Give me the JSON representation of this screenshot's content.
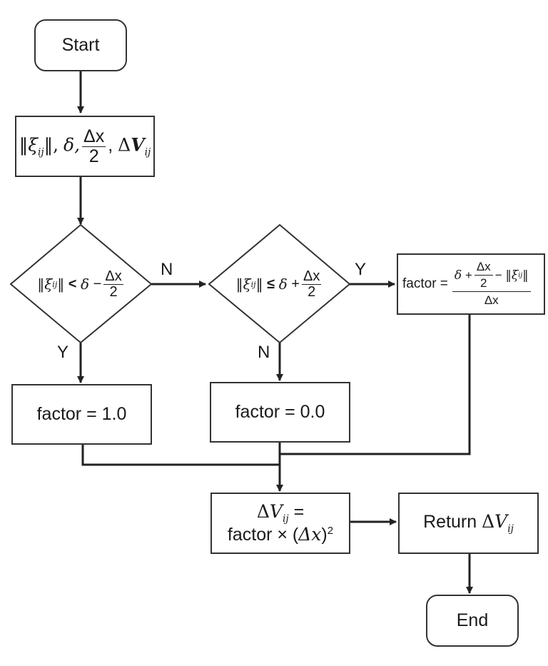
{
  "nodes": {
    "start": {
      "text": "Start"
    },
    "input": {
      "norm_open": "‖",
      "xi": "ξ",
      "xi_sub": "ij",
      "norm_close": "‖,",
      "delta": "δ,",
      "frac_num": "Δx",
      "frac_den": "2",
      "comma": ",",
      "dv_delta": "Δ",
      "dv_v": "V",
      "dv_sub": "ij"
    },
    "decision1": {
      "norm_open": "‖",
      "xi": "ξ",
      "xi_sub": "ij",
      "norm_close": "‖",
      "op": "<",
      "delta": "δ",
      "minus": "−",
      "frac_num": "Δx",
      "frac_den": "2"
    },
    "decision2": {
      "norm_open": "‖",
      "xi": "ξ",
      "xi_sub": "ij",
      "norm_close": "‖",
      "op": "≤",
      "delta": "δ",
      "plus": "+",
      "frac_num": "Δx",
      "frac_den": "2"
    },
    "formula": {
      "prefix": "factor =",
      "delta": "δ",
      "plus": "+",
      "frac_num": "Δx",
      "frac_den": "2",
      "minus": "−",
      "norm_open": "‖",
      "xi": "ξ",
      "xi_sub": "ij",
      "norm_close": "‖",
      "den": "Δx"
    },
    "factor_one": {
      "text": "factor = 1.0"
    },
    "factor_zero": {
      "text": "factor = 0.0"
    },
    "compute": {
      "l1_delta": "Δ",
      "l1_v": "V",
      "l1_sub": "ij",
      "l1_eq": " =",
      "l2_text": "factor × (",
      "l2_dx": "Δx",
      "l2_close": ")",
      "l2_sup": "2"
    },
    "return": {
      "text": "Return ",
      "delta": "Δ",
      "v": "V",
      "sub": "ij"
    },
    "end": {
      "text": "End"
    }
  },
  "edge_labels": {
    "d1_no": "N",
    "d1_yes": "Y",
    "d2_yes": "Y",
    "d2_no": "N"
  },
  "colors": {
    "line": "#222222",
    "border": "#333333",
    "background": "#ffffff"
  }
}
